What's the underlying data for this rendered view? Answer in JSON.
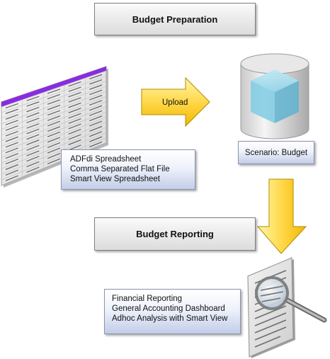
{
  "sections": {
    "preparation_title": "Budget Preparation",
    "reporting_title": "Budget Reporting"
  },
  "upload_label": "Upload",
  "sources": [
    "ADFdi Spreadsheet",
    "Comma Separated Flat File",
    "Smart View Spreadsheet"
  ],
  "scenario_label": "Scenario: Budget",
  "reporting_tools": [
    "Financial Reporting",
    "General Accounting Dashboard",
    "Adhoc Analysis with Smart View"
  ],
  "colors": {
    "arrow_fill_top": "#fff7a8",
    "arrow_fill_bottom": "#f2b800",
    "sheet_header": "#8a2be2",
    "cube": "#7fcbe3"
  }
}
